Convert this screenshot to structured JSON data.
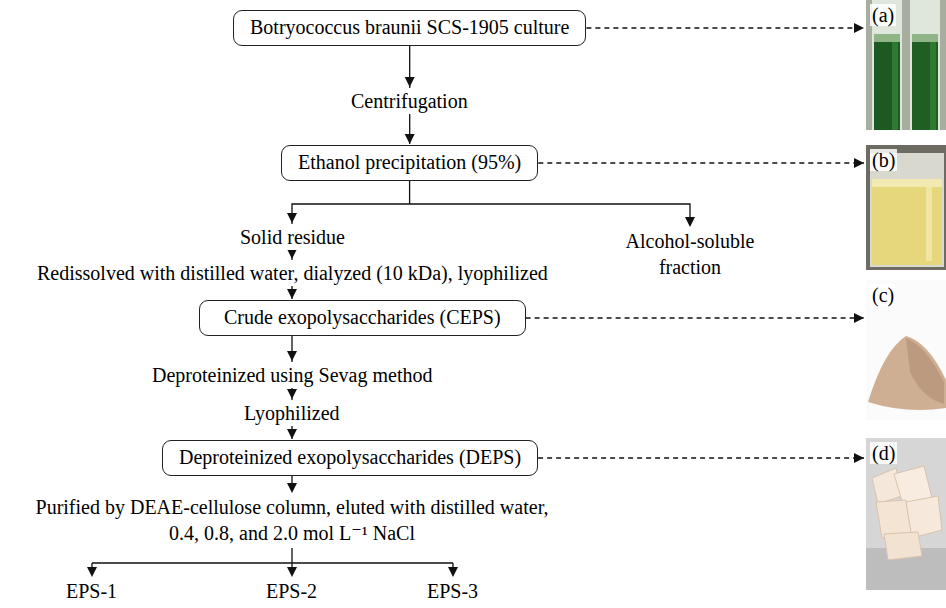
{
  "diagram": {
    "nodes": [
      {
        "text": [
          "Botryococcus braunii SCS-1905 culture"
        ]
      },
      {
        "text": [
          "(a)"
        ]
      },
      {
        "text": [
          "Ethanol precipitation (95%)"
        ]
      },
      {
        "text": [
          "(b)"
        ]
      },
      {
        "text": [
          "Crude exopolysaccharides (CEPS)"
        ]
      },
      {
        "text": [
          "(c)"
        ]
      },
      {
        "text": [
          "Deproteinized exopolysaccharides (DEPS)"
        ]
      },
      {
        "text": [
          "(d)"
        ]
      }
    ],
    "edges": [
      {
        "from": 0,
        "to": 2,
        "label": "Centrifugation",
        "arrow": "to"
      },
      {
        "from": 2,
        "to": 4,
        "arrow": "to"
      },
      {
        "from": 4,
        "to": 6,
        "arrow": "to"
      },
      {
        "from": 0,
        "to": 1,
        "arrow": "to"
      },
      {
        "from": 2,
        "to": 3,
        "arrow": "to"
      },
      {
        "from": 4,
        "to": 5,
        "arrow": "to"
      },
      {
        "from": 6,
        "to": 7,
        "arrow": "to"
      }
    ],
    "labels": [
      "Solid residue",
      "Alcohol-soluble fraction",
      "Redissolved with distilled water, dialyzed (10 kDa), lyophilized",
      "Deproteinized using Sevag method",
      "Lyophilized",
      "Purified by DEAE-cellulose column, eluted with distilled water, 0.4, 0.8, and 2.0 mol L⁻¹ NaCl",
      "EPS-1",
      "EPS-2",
      "EPS-3"
    ]
  }
}
